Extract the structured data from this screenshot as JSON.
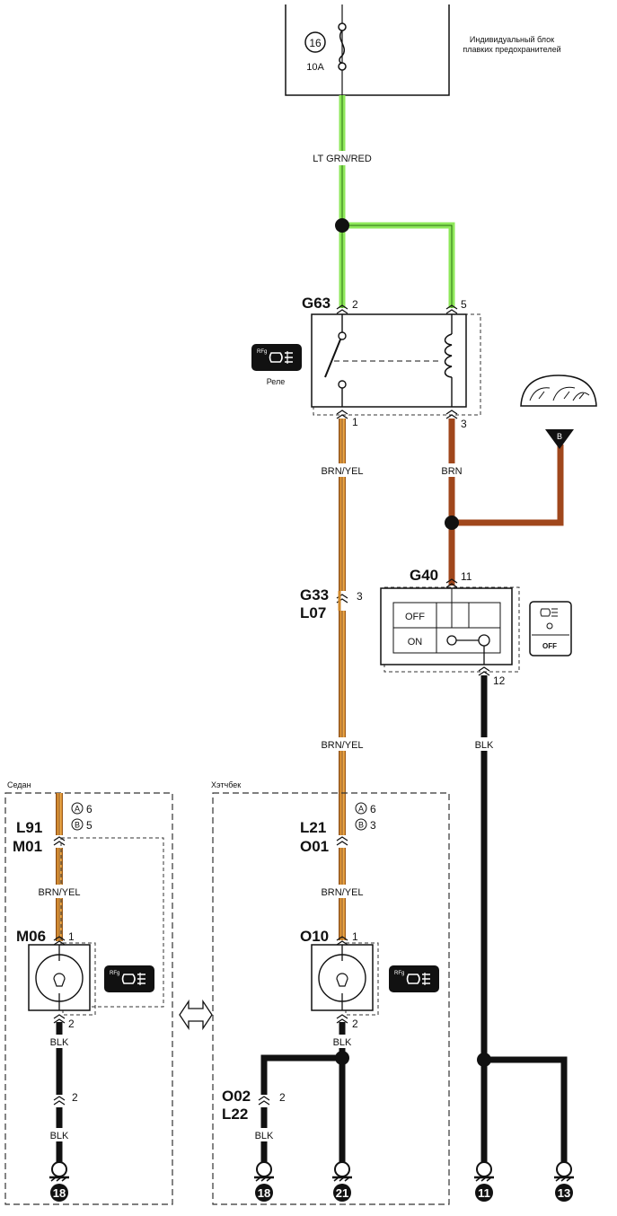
{
  "fuse": {
    "number": "16",
    "rating": "10A",
    "caption_line1": "Индивидуальный блок",
    "caption_line2": "плавких предохранителей"
  },
  "wires": {
    "lt_grn_red": "LT GRN/RED",
    "brn_yel_relay": "BRN/YEL",
    "brn": "BRN",
    "brn_yel_mid": "BRN/YEL",
    "blk_switch": "BLK",
    "brn_yel_sedan": "BRN/YEL",
    "blk_sedan_1": "BLK",
    "blk_sedan_2": "BLK",
    "brn_yel_hatch": "BRN/YEL",
    "blk_hatch_1": "BLK",
    "blk_hatch_2": "BLK"
  },
  "relay": {
    "connector": "G63",
    "pin_in": "2",
    "pin_coil": "5",
    "pin_out": "1",
    "pin_coil_out": "3",
    "caption": "Реле",
    "badge": "RFg"
  },
  "cluster": {
    "terminal": "B"
  },
  "switch_conn": {
    "connector": "G40",
    "pin_in": "11",
    "pin_out": "12",
    "off_label": "OFF",
    "on_label": "ON",
    "icon_off": "OFF"
  },
  "inline_conn": {
    "top": "G33",
    "bottom": "L07",
    "pin": "3"
  },
  "sedan": {
    "title": "Седан",
    "conn_top": "L91",
    "conn_bottom": "M01",
    "mark_a": "A",
    "pin_a": "6",
    "mark_b": "B",
    "pin_b": "5",
    "lamp_conn": "M06",
    "lamp_pin_in": "1",
    "lamp_pin_out": "2",
    "ground_conn_pin": "2",
    "ground": "18",
    "badge": "RFg"
  },
  "hatch": {
    "title": "Хэтчбек",
    "conn_top": "L21",
    "conn_bottom": "O01",
    "mark_a": "A",
    "pin_a": "6",
    "mark_b": "B",
    "pin_b": "3",
    "lamp_conn": "O10",
    "lamp_pin_in": "1",
    "lamp_pin_out": "2",
    "gnd_conn_top": "O02",
    "gnd_conn_bottom": "L22",
    "gnd_conn_pin": "2",
    "ground_left": "18",
    "ground_right": "21",
    "badge": "RFg"
  },
  "grounds_right": {
    "left": "11",
    "right": "13"
  },
  "colors": {
    "green": "#8ee85a",
    "brown": "#a0471c",
    "orange": "#e0922e",
    "black": "#111111"
  }
}
